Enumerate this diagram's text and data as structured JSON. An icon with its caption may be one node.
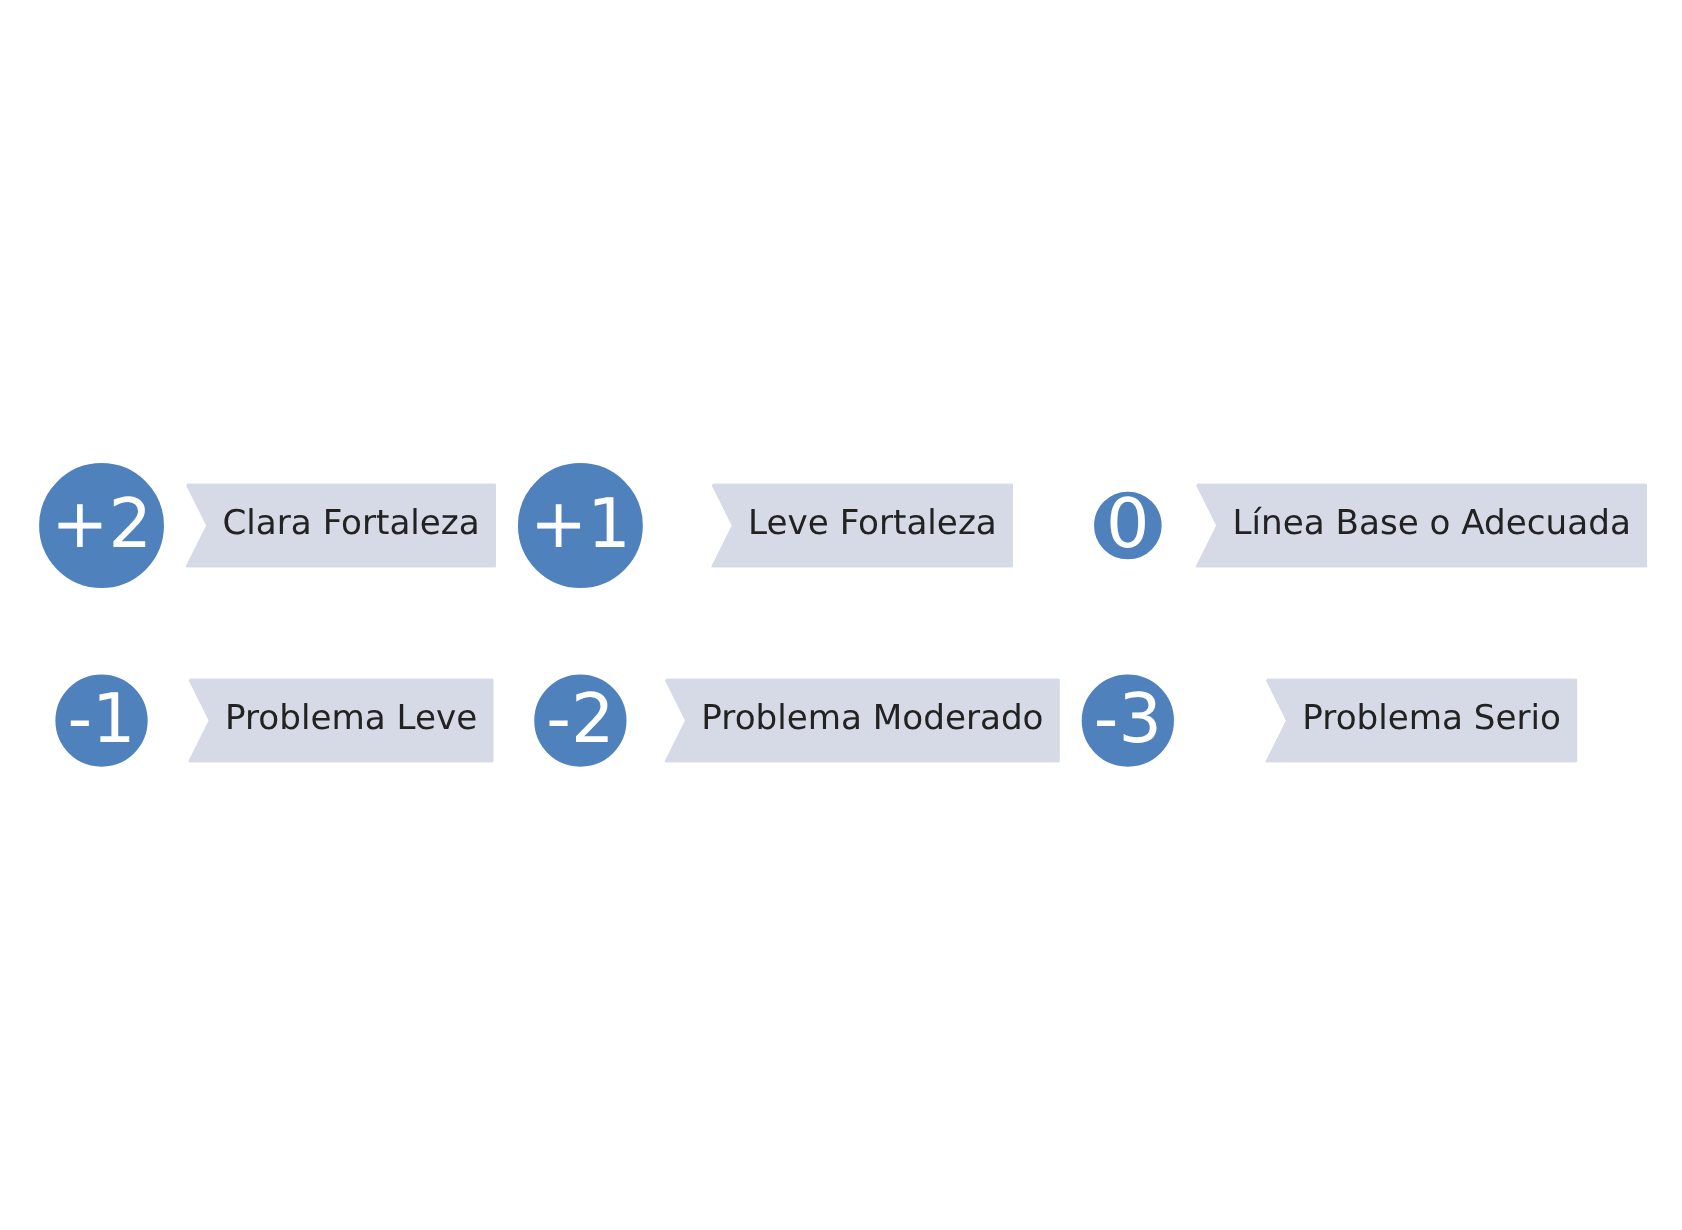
{
  "diagram": {
    "nodes": [
      {
        "text": [
          "+2"
        ]
      },
      {
        "text": [
          "Clara Fortaleza"
        ]
      },
      {
        "text": [
          "+1"
        ]
      },
      {
        "text": [
          "Leve Fortaleza"
        ]
      },
      {
        "text": [
          "0"
        ]
      },
      {
        "text": [
          "Línea Base o Adecuada"
        ]
      },
      {
        "text": [
          "-1"
        ]
      },
      {
        "text": [
          "Problema Leve"
        ]
      },
      {
        "text": [
          "-2"
        ]
      },
      {
        "text": [
          "Problema Moderado"
        ]
      },
      {
        "text": [
          "-3"
        ]
      },
      {
        "text": [
          "Problema Serio"
        ]
      }
    ],
    "edges": []
  }
}
